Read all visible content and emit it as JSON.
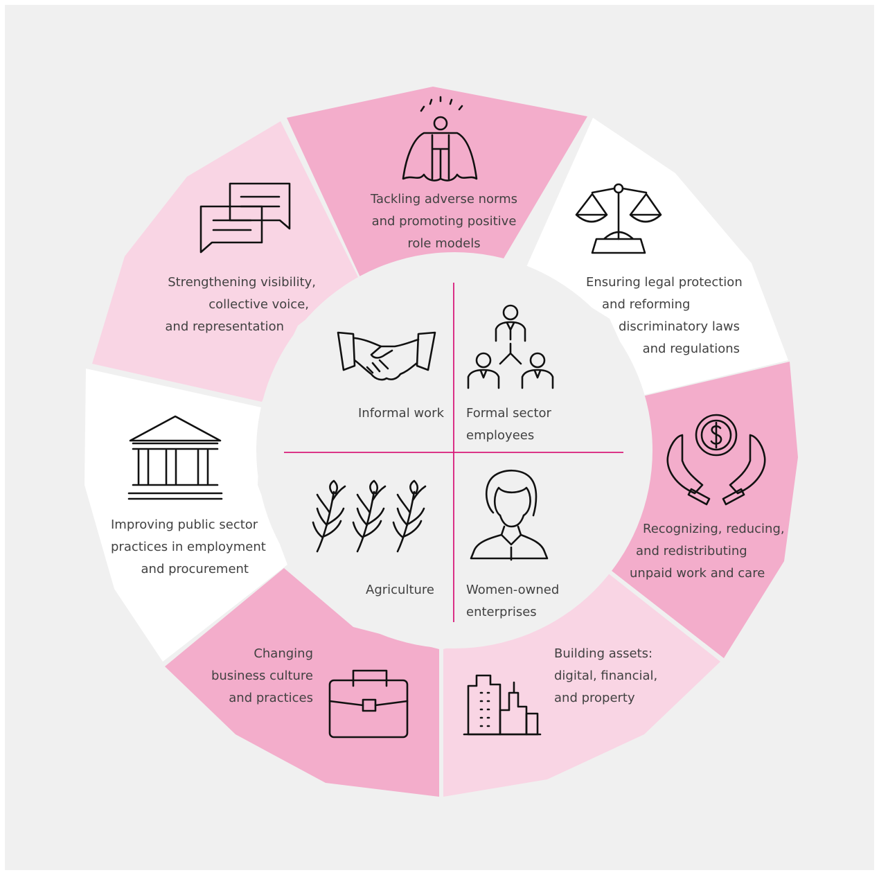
{
  "colors": {
    "background": "#f0f0f0",
    "pink_dark": "#f3adcb",
    "pink_light": "#f9d5e4",
    "white": "#ffffff",
    "divider": "#d81b7a",
    "text": "#414141",
    "icon": "#111111"
  },
  "outer_segments": [
    {
      "id": "norms",
      "icon": "hero-icon",
      "lines": [
        "Tackling adverse norms",
        "and promoting positive",
        "role models"
      ]
    },
    {
      "id": "legal",
      "icon": "scales-icon",
      "lines": [
        "Ensuring legal protection",
        "and reforming",
        "discriminatory laws",
        "and regulations"
      ]
    },
    {
      "id": "care",
      "icon": "hands-coin-icon",
      "lines": [
        "Recognizing, reducing,",
        "and redistributing",
        "unpaid work and care"
      ]
    },
    {
      "id": "assets",
      "icon": "buildings-icon",
      "lines": [
        "Building assets:",
        "digital, financial,",
        "and property"
      ]
    },
    {
      "id": "business",
      "icon": "briefcase-icon",
      "lines": [
        "Changing",
        "business culture",
        "and practices"
      ]
    },
    {
      "id": "public",
      "icon": "government-building-icon",
      "lines": [
        "Improving public sector",
        "practices in employment",
        "and procurement"
      ]
    },
    {
      "id": "voice",
      "icon": "speech-bubbles-icon",
      "lines": [
        "Strengthening visibility,",
        "collective voice,",
        "and representation"
      ]
    }
  ],
  "inner_quadrants": [
    {
      "id": "informal",
      "icon": "handshake-icon",
      "lines": [
        "Informal work"
      ]
    },
    {
      "id": "formal",
      "icon": "org-chart-icon",
      "lines": [
        "Formal sector",
        "employees"
      ]
    },
    {
      "id": "agriculture",
      "icon": "wheat-icon",
      "lines": [
        "Agriculture"
      ]
    },
    {
      "id": "women",
      "icon": "woman-icon",
      "lines": [
        "Women-owned",
        "enterprises"
      ]
    }
  ]
}
